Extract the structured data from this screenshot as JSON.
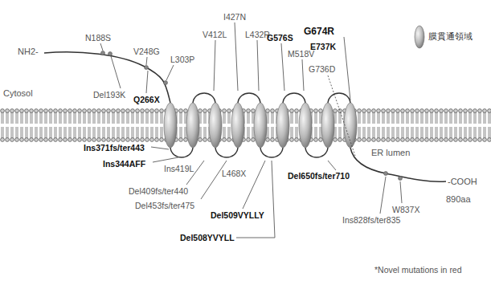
{
  "diagram": {
    "labels": [
      "NH2-",
      "N188S",
      "V248G",
      "L303P",
      "V412L",
      "I427N",
      "L432R",
      "G576S",
      "M518V",
      "G674R",
      "E737K",
      "G736D",
      "Cytosol",
      "Del193K",
      "Q266X",
      "Ins371fs/ter443",
      "Ins344AFF",
      "Ins419L",
      "Del409fs/ter440",
      "L468X",
      "Del453fs/ter475",
      "Del509VYLLY",
      "Del508YVYLL",
      "Del650fs/ter710",
      "ER lumen",
      "Ins828fs/ter835",
      "W837X",
      "-COOH",
      "890aa",
      "*Novel mutations in red"
    ],
    "legend": [
      {
        "text": "膜貫通領域"
      }
    ]
  }
}
